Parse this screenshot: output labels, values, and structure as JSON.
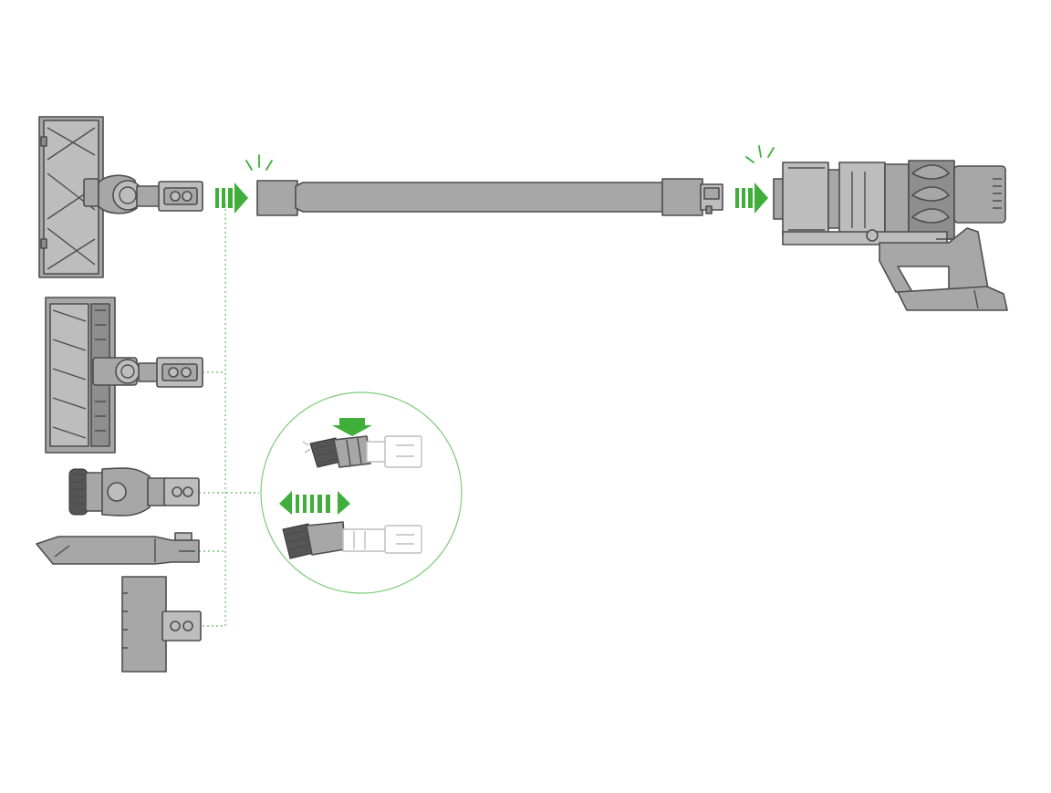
{
  "diagram": {
    "colors": {
      "background": "#ffffff",
      "part_fill": "#a7a7a7",
      "part_outline": "#4d4d4d",
      "ghost_part": "#bdbdbd",
      "accent_green": "#3fae3a",
      "connector_dotted": "#5cbf57"
    },
    "parts": [
      "motorbar-cleaner-head",
      "fluffy-cleaner-head",
      "wand",
      "main-body",
      "combination-tool",
      "crevice-tool",
      "mini-motorised-tool",
      "brush-attachment-detail"
    ],
    "icons": [
      "push-arrow-icon",
      "click-sound-icon",
      "press-down-arrow-icon",
      "slide-double-arrow-icon"
    ]
  }
}
